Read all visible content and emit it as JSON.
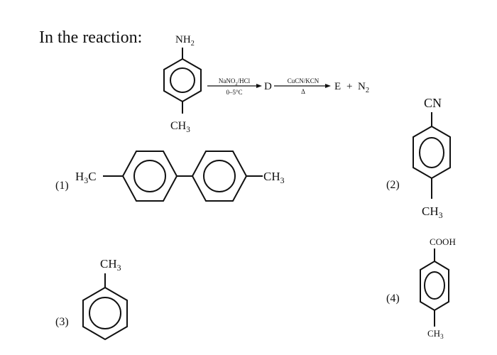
{
  "question": {
    "lead": "In the reaction:"
  },
  "reaction": {
    "reactant": {
      "top_group": {
        "base": "NH",
        "sub": "2"
      },
      "bottom_group": {
        "base": "CH",
        "sub": "3"
      }
    },
    "step1": {
      "reagent": {
        "part1": "NaNO",
        "sub": "2",
        "part2": "/HCl"
      },
      "condition": "0–5°C"
    },
    "intermediate": "D",
    "step2": {
      "reagent": "CuCN/KCN",
      "condition": "Δ"
    },
    "products": {
      "main": "E",
      "plus": "+",
      "gas": {
        "base": "N",
        "sub": "2"
      }
    }
  },
  "options": [
    {
      "number": "(1)",
      "left_group": {
        "base": "H",
        "sub": "3",
        "tail": "C"
      },
      "right_group": {
        "base": "CH",
        "sub": "3"
      }
    },
    {
      "number": "(2)",
      "top_group": "CN",
      "bottom_group": {
        "base": "CH",
        "sub": "3"
      }
    },
    {
      "number": "(3)",
      "top_group": {
        "base": "CH",
        "sub": "3"
      }
    },
    {
      "number": "(4)",
      "top_group": "COOH",
      "bottom_group": {
        "base": "CH",
        "sub": "3"
      }
    }
  ]
}
